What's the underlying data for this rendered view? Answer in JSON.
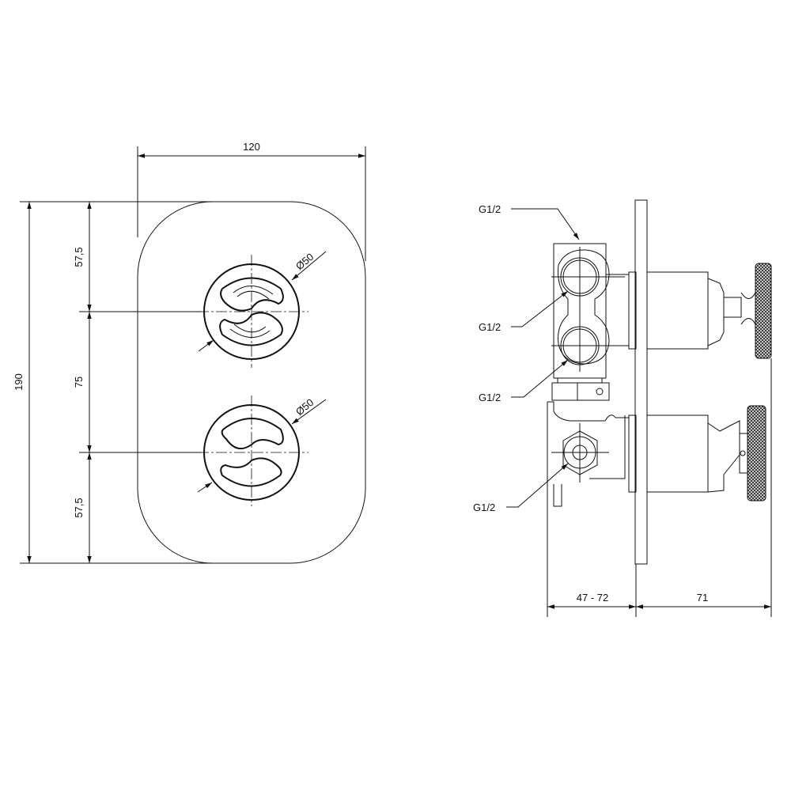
{
  "front_view": {
    "width_label": "120",
    "height_label": "190",
    "top_offset_label": "57,5",
    "spacing_label": "75",
    "bottom_offset_label": "57,5",
    "upper_diameter_label": "Ø50",
    "lower_diameter_label": "Ø50"
  },
  "side_view": {
    "connections": [
      "G1/2",
      "G1/2",
      "G1/2",
      "G1/2"
    ],
    "depth_label": "47 - 72",
    "projection_label": "71"
  }
}
